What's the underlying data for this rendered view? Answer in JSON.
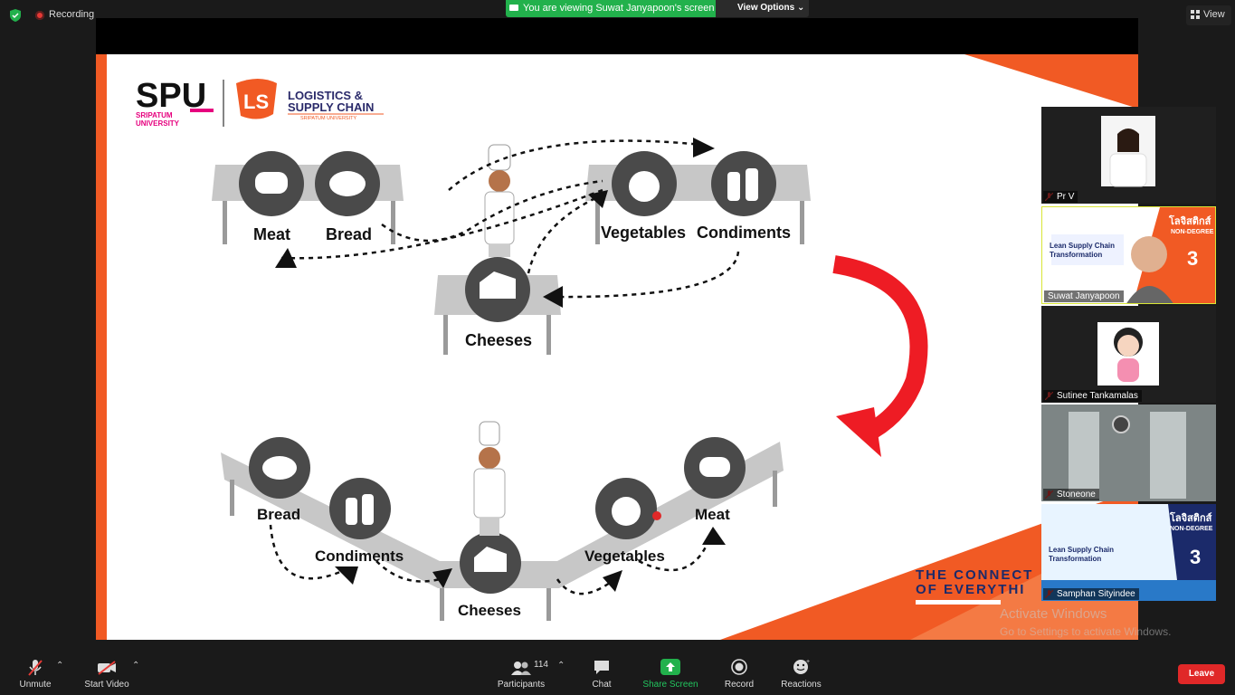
{
  "topbar": {
    "recording_label": "Recording",
    "viewing_banner": "You are viewing Suwat Janyapoon's screen",
    "view_options": "View Options",
    "view_label": "View"
  },
  "slide": {
    "logo_spu": "SPU",
    "logo_spu_sub1": "SRIPATUM",
    "logo_spu_sub2": "UNIVERSITY",
    "logo_ls_line1": "LOGISTICS &",
    "logo_ls_line2": "SUPPLY CHAIN",
    "logo_ls_line3": "SRIPATUM UNIVERSITY",
    "top_labels": {
      "meat": "Meat",
      "bread": "Bread",
      "vegetables": "Vegetables",
      "condiments": "Condiments",
      "cheeses": "Cheeses"
    },
    "bottom_labels": {
      "bread": "Bread",
      "condiments": "Condiments",
      "cheeses": "Cheeses",
      "vegetables": "Vegetables",
      "meat": "Meat"
    },
    "tagline1": "THE CONNECT",
    "tagline2": "OF EVERYTHI",
    "accent": "#f15a24",
    "arrow_color": "#ee1c24"
  },
  "participants": [
    {
      "name": "Pr V"
    },
    {
      "name": "Suwat Janyapoon",
      "card_title": "โลจิสติกส์",
      "card_sub": "NON-DEGREE",
      "card_line1": "Lean Supply Chain",
      "card_line2": "Transformation",
      "card_num": "3"
    },
    {
      "name": "Sutinee Tankamalas"
    },
    {
      "name": "Stoneone"
    },
    {
      "name": "Samphan Sityindee",
      "card_title": "โลจิสติกส์",
      "card_sub": "NON-DEGREE",
      "card_line1": "Lean Supply Chain",
      "card_line2": "Transformation",
      "card_num": "3"
    }
  ],
  "watermark": {
    "line1": "Activate Windows",
    "line2": "Go to Settings to activate Windows."
  },
  "toolbar": {
    "unmute": "Unmute",
    "start_video": "Start Video",
    "participants": "Participants",
    "participants_count": "114",
    "chat": "Chat",
    "share_screen": "Share Screen",
    "record": "Record",
    "reactions": "Reactions",
    "leave": "Leave"
  }
}
